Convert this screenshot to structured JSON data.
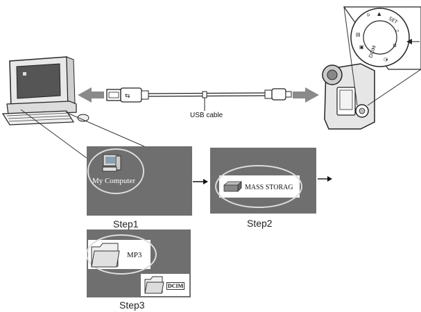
{
  "cable": {
    "label": "USB cable"
  },
  "steps": [
    {
      "label": "Step1",
      "icon_label": "My Computer"
    },
    {
      "label": "Step2",
      "icon_label": "MASS STORAG"
    },
    {
      "label": "Step3",
      "icon_label": "MP3",
      "secondary_icon_label": "DCIM"
    }
  ],
  "colors": {
    "panel": "#6f6f6f",
    "arrow": "#8a8a8a",
    "outline": "#222222"
  }
}
